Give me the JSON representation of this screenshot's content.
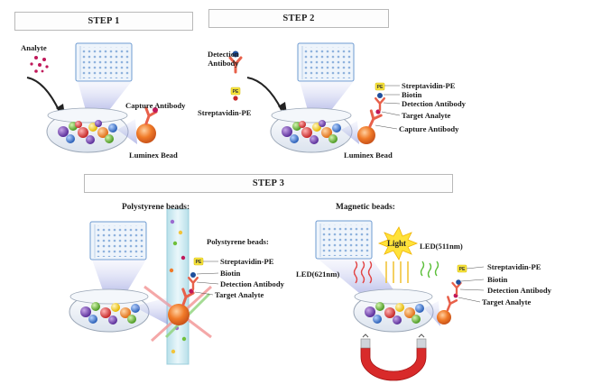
{
  "steps": {
    "step1": "STEP 1",
    "step2": "STEP 2",
    "step3": "STEP 3"
  },
  "step1": {
    "analyte": "Analyte",
    "capture_antibody": "Capture Antibody",
    "luminex_bead": "Luminex Bead"
  },
  "step2": {
    "detection_antibody": "Detection\nAntibody",
    "streptavidin_pe": "Streptavidin-PE",
    "luminex_bead": "Luminex Bead",
    "stack": [
      "Streptavidin-PE",
      "Biotin",
      "Detection Antibody",
      "Target Analyte",
      "Capture Antibody"
    ]
  },
  "step3": {
    "polystyrene_title": "Polystyrene beads:",
    "polystyrene_sub": "Polystyrene beads:",
    "polystyrene_stack": [
      "Streptavidin-PE",
      "Biotin",
      "Detection Antibody",
      "Target Analyte"
    ],
    "magnetic_title": "Magnetic beads:",
    "light": "Light",
    "led_511": "LED(511nm)",
    "led_621": "LED(621nm)",
    "magnetic_stack": [
      "Streptavidin-PE",
      "Biotin",
      "Detection Antibody",
      "Target Analyte"
    ]
  },
  "pe_tag": "PE",
  "colors": {
    "antibody": "#e8604a",
    "bead": "#f07a28",
    "biotin": "#1f4f9c",
    "pe_tag": "#f6e23a",
    "magnet": "#d82a2a",
    "plate": "#6e9bd1"
  }
}
